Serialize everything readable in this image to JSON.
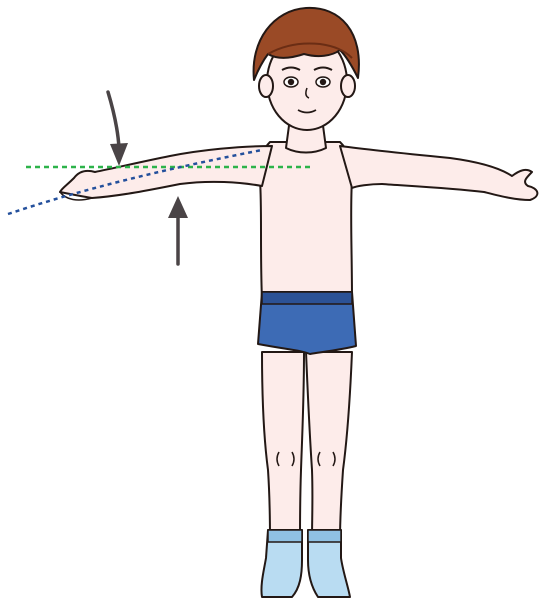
{
  "figure": {
    "subject": "child-t-pose-arm-alignment",
    "colors": {
      "skin": "#fdecea",
      "hair": "#9a4a26",
      "hair_shadow": "#6b2d14",
      "briefs": "#3d6bb5",
      "briefs_shadow": "#2c5296",
      "socks": "#b9dcf2",
      "socks_shadow": "#8fc1e3",
      "outline": "#231815",
      "green_line": "#2db34a",
      "blue_line": "#24509c",
      "arrow": "#4a4446"
    },
    "annotations": {
      "green_reference_line": "horizontal-reference",
      "blue_reference_line": "arm-axis",
      "arrow_top": "arrow-down",
      "arrow_bottom": "arrow-up"
    }
  }
}
